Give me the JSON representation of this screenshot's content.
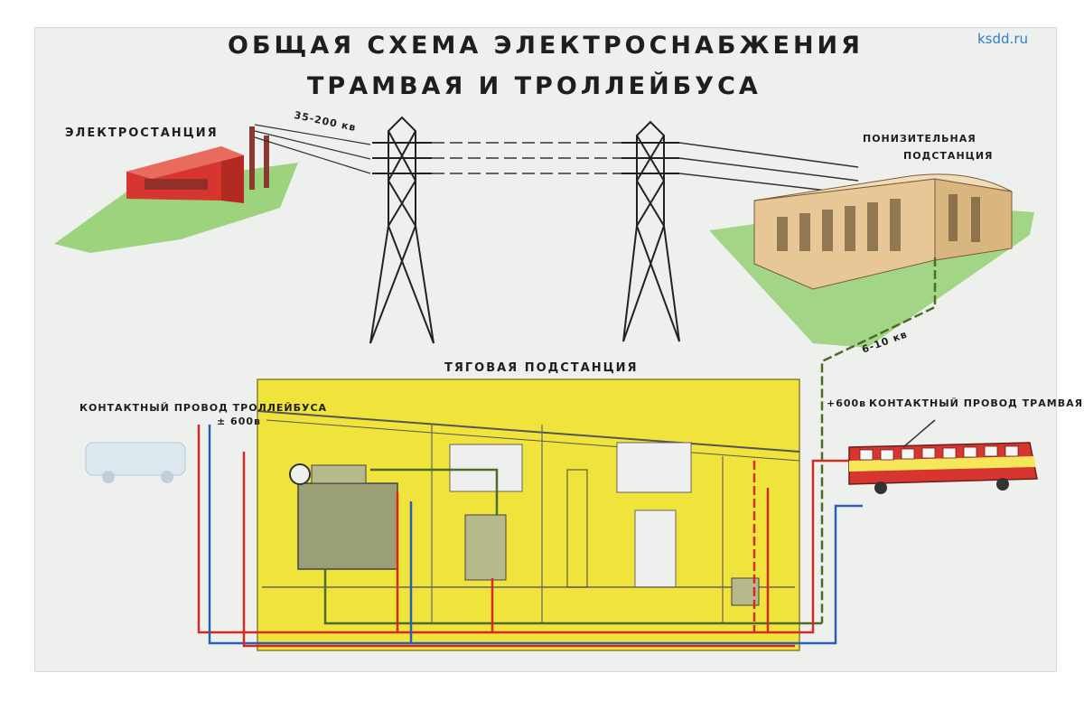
{
  "title": {
    "line1": "ОБЩАЯ СХЕМА ЭЛЕКТРОСНАБЖЕНИЯ",
    "line2": "ТРАМВАЯ И ТРОЛЛЕЙБУСА"
  },
  "watermark": "ksdd.ru",
  "labels": {
    "power_station": "ЭЛЕКТРОСТАНЦИЯ",
    "high_voltage": "35-200 кв",
    "step_down_line1": "ПОНИЗИТЕЛЬНАЯ",
    "step_down_line2": "ПОДСТАНЦИЯ",
    "mid_voltage": "6-10 кв",
    "traction_substation": "ТЯГОВАЯ ПОДСТАНЦИЯ",
    "trolleybus_wire": "КОНТАКТНЫЙ ПРОВОД ТРОЛЛЕЙБУСА",
    "trolleybus_voltage": "± 600в",
    "tram_voltage": "+600в",
    "tram_wire": "КОНТАКТНЫЙ ПРОВОД ТРАМВАЯ"
  },
  "colors": {
    "yellow_building": "#efe33c",
    "tram_red": "#d7352f",
    "wire_red": "#d42a22",
    "wire_blue": "#2a5fb8",
    "wire_green": "#4e6b2a",
    "ground_green": "#8fce6a"
  }
}
